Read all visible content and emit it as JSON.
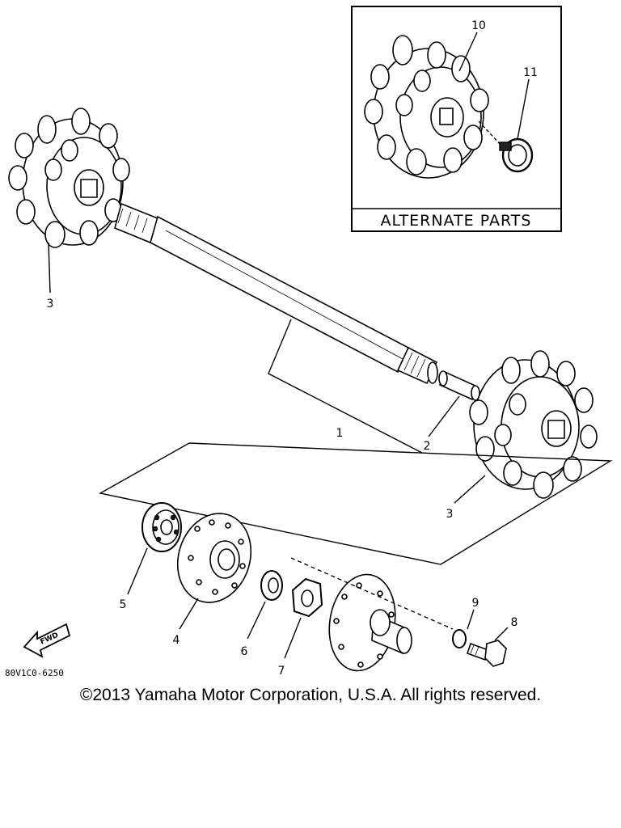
{
  "diagram": {
    "inset_title": "ALTERNATE PARTS",
    "drawing_code": "80V1C0-6250",
    "fwd_label": "FWD",
    "callouts": {
      "c1": "1",
      "c2": "2",
      "c3a": "3",
      "c3b": "3",
      "c4": "4",
      "c5": "5",
      "c6": "6",
      "c7": "7",
      "c8": "8",
      "c9": "9",
      "c10": "10",
      "c11": "11"
    }
  },
  "footer": {
    "copyright": "©2013 Yamaha Motor Corporation, U.S.A. All rights reserved."
  }
}
